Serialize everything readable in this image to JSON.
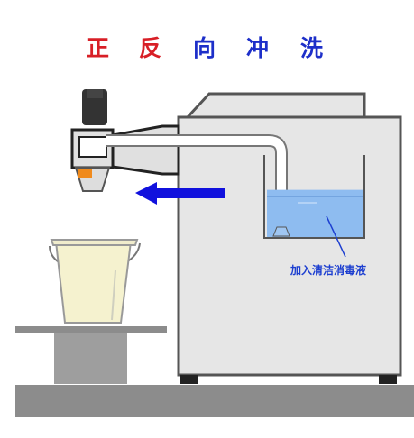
{
  "title": {
    "chars": [
      "正",
      "反",
      "向",
      "冲",
      "洗"
    ],
    "colors": {
      "red": "#d81f26",
      "blue": "#1d2fc9"
    }
  },
  "annotation": {
    "text": "加入清洁消毒液",
    "color": "#1d3fd0"
  },
  "colors": {
    "machine_outline": "#555555",
    "machine_fill": "#e6e6e6",
    "table": "#8c8c8c",
    "floor": "#8c8c8c",
    "stand": "#9e9e9e",
    "bucket_fill": "#f5f2cf",
    "liquid": "#8ebcf0",
    "arrow": "#1111dd",
    "orange_part": "#f08a1c"
  },
  "icons": {
    "arrow": "arrow-left-icon",
    "bucket": "bucket-icon",
    "motor": "motor-icon"
  },
  "liquid_level": 0.58
}
